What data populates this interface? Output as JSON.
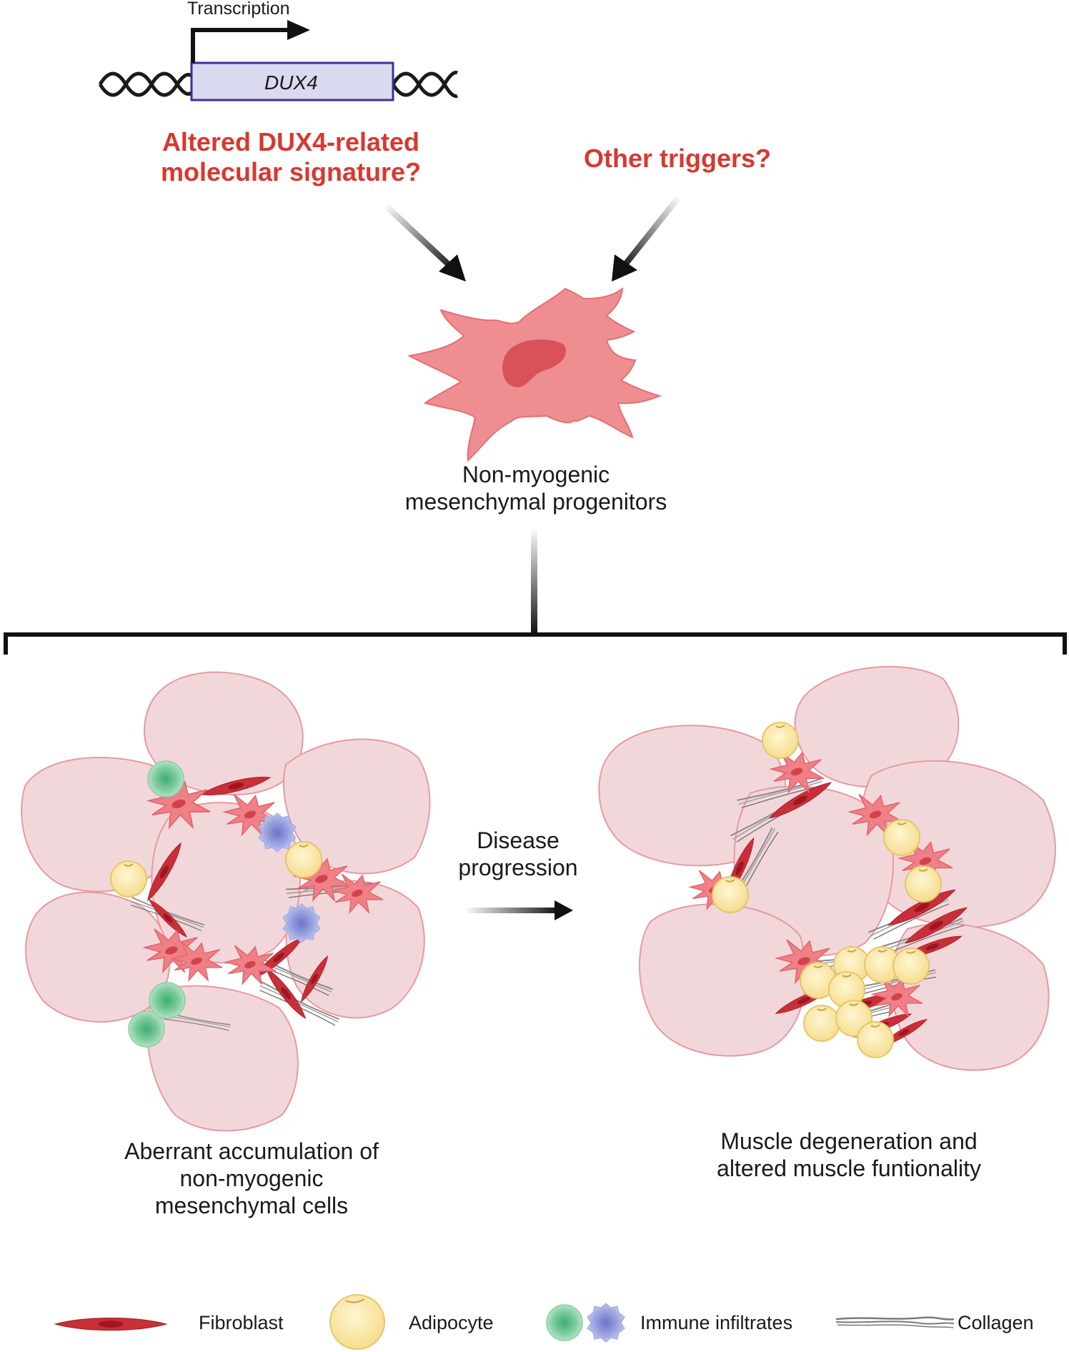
{
  "gene": {
    "transcription_label": "Transcription",
    "gene_name": "DUX4"
  },
  "triggers": {
    "dux4_line1": "Altered DUX4-related",
    "dux4_line2": "molecular signature?",
    "other": "Other triggers?"
  },
  "progenitor": {
    "line1": "Non-myogenic",
    "line2": "mesenchymal progenitors"
  },
  "progression": {
    "line1": "Disease",
    "line2": "progression"
  },
  "left_panel": {
    "line1": "Aberrant accumulation of",
    "line2": "non-myogenic",
    "line3": "mesenchymal cells"
  },
  "right_panel": {
    "line1": "Muscle degeneration and",
    "line2": "altered muscle funtionality"
  },
  "legend": {
    "fibroblast": "Fibroblast",
    "adipocyte": "Adipocyte",
    "immune": "Immune infiltrates",
    "collagen": "Collagen"
  },
  "colors": {
    "accent_red": "#d8382f",
    "muscle_fill": "#f2d7da",
    "muscle_stroke": "#e59aa3",
    "fibroblast": "#c8323a",
    "progenitor": "#ee8c8e",
    "adipocyte": "#fbedb6",
    "immune_green": "#a9dcbc",
    "immune_blue": "#b9c0ea"
  }
}
